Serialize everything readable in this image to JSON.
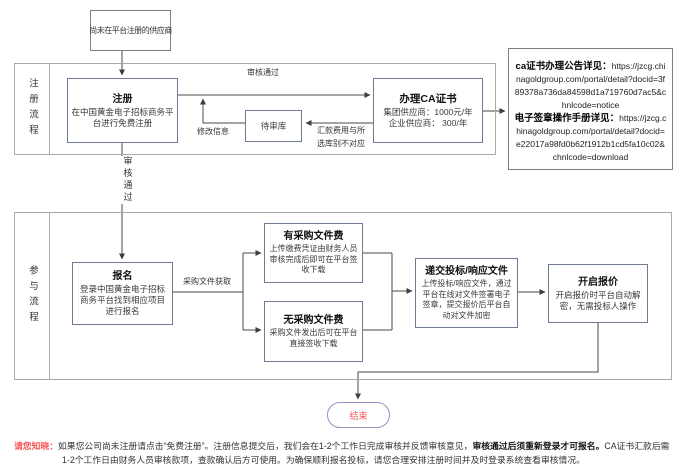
{
  "top_box": {
    "label": "尚未在平台注册的供应商"
  },
  "sections": {
    "register": {
      "label": "注册流程"
    },
    "participate": {
      "label": "参与流程"
    }
  },
  "nodes": {
    "register": {
      "title": "注册",
      "body": "在中国黄金电子招标商务平台进行免费注册"
    },
    "pending": {
      "title": "待审库"
    },
    "ca": {
      "title": "办理CA证书",
      "line1": "集团供应商：1000元/年",
      "line2": "企业供应商： 300/年"
    },
    "signup": {
      "title": "报名",
      "body": "登录中国黄金电子招标商务平台找到相应项目进行报名"
    },
    "fee": {
      "title": "有采购文件费",
      "body": "上传缴费凭证由财务人员审核完成后即可在平台签收下载"
    },
    "nofee": {
      "title": "无采购文件费",
      "body": "采购文件发出后可在平台直接签收下载"
    },
    "submit": {
      "title": "递交投标/响应文件",
      "body": "上传投标/响应文件，通过平台在线对文件签署电子签章，提交报价后平台自动对文件加密"
    },
    "open_bid": {
      "title": "开启报价",
      "body": "开启报价时平台自动解密，无需投标人操作"
    },
    "end": {
      "title": "结束"
    }
  },
  "info_panel": {
    "item1_title": "ca证书办理公告详见：",
    "item1_url": "https://jzcg.chinagoldgroup.com/portal/detail?docid=3f89378a736da84598d1a719760d7ac5&chnlcode=notice",
    "item2_title": "电子签章操作手册详见：",
    "item2_url": "https://jzcg.chinagoldgroup.com/portal/detail?docid=e22017a98fd0b62f1912b1cd5fa10c02&chnlcode=download"
  },
  "edge_labels": {
    "review_pass_h": "审核通过",
    "review_pass_v": "审核通过",
    "modify_info": "修改信息",
    "remit_mismatch_line1": "汇款费用与所",
    "remit_mismatch_line2": "选库别不对应",
    "doc_fetch": "采购文件获取"
  },
  "footer": {
    "notice_label": "请您知晓：",
    "text_1": "如果您公司尚未注册请点击“免费注册”。注册信息提交后，我们会在1-2个工作日完成审核并反馈审核意见，",
    "text_bold": "审核通过后须重新登录才可报名。",
    "text_2": "CA证书汇款后需1-2个工作日由财务人员审核款项，查款确认后方可使用。为确保顺利报名投标，请您合理安排注册时间并及时登录系统查看审核情况。"
  },
  "colors": {
    "accent_red": "#f85454",
    "box_border": "#6f7a95",
    "frame_border": "#a9a9a9",
    "connector": "#3f3f3f",
    "end_border": "#8f94c0"
  }
}
